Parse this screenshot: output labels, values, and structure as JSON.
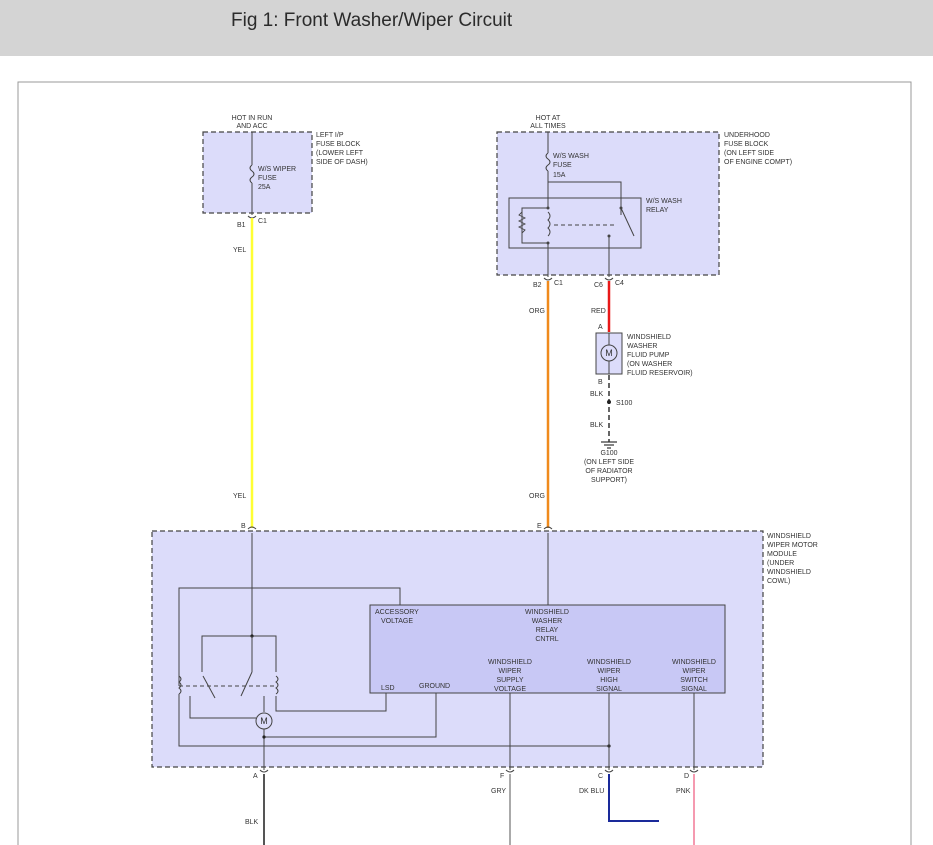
{
  "header": {
    "title": "Fig 1: Front Washer/Wiper Circuit"
  },
  "colors": {
    "box_fill": "#dcdcfa",
    "module_fill": "#c8c8f5",
    "wire": "#444444",
    "yel": "#ffff33",
    "org": "#f08a1c",
    "red": "#e81818",
    "gry": "#aaaaaa",
    "dkblu": "#1a2a9a",
    "pnk": "#f59ab0",
    "blk": "#555555"
  },
  "left_fuse_block": {
    "power_line1": "HOT IN RUN",
    "power_line2": "AND ACC",
    "name_lines": [
      "LEFT I/P",
      "FUSE BLOCK",
      "(LOWER LEFT",
      "SIDE OF DASH)"
    ],
    "fuse_lines": [
      "W/S WIPER",
      "FUSE",
      "25A"
    ],
    "pin": "B1",
    "connector": "C1"
  },
  "underhood_fuse_block": {
    "power_line1": "HOT AT",
    "power_line2": "ALL TIMES",
    "name_lines": [
      "UNDERHOOD",
      "FUSE BLOCK",
      "(ON LEFT SIDE",
      "OF ENGINE COMPT)"
    ],
    "fuse_lines": [
      "W/S WASH",
      "FUSE",
      "15A"
    ],
    "relay_lines": [
      "W/S WASH",
      "RELAY"
    ],
    "pin_left": "B2",
    "connector_left": "C1",
    "pin_right": "C6",
    "connector_right": "C4"
  },
  "wires": {
    "yel_top": "YEL",
    "yel_bottom": "YEL",
    "org_top": "ORG",
    "org_bottom": "ORG",
    "red": "RED",
    "blk_pump": "BLK",
    "blk_ground": "BLK",
    "blk_module": "BLK",
    "gry": "GRY",
    "dkblu": "DK BLU",
    "pnk": "PNK"
  },
  "washer_pump": {
    "pin_top": "A",
    "pin_bottom": "B",
    "motor_symbol": "M",
    "label_lines": [
      "WINDSHIELD",
      "WASHER",
      "FLUID PUMP",
      "(ON WASHER",
      "FLUID RESERVOIR)"
    ]
  },
  "splice": {
    "label": "S100"
  },
  "ground": {
    "label_lines": [
      "G100",
      "(ON LEFT SIDE",
      "OF RADIATOR",
      "SUPPORT)"
    ]
  },
  "wiper_module": {
    "label_lines": [
      "WINDSHIELD",
      "WIPER MOTOR",
      "MODULE",
      "(UNDER",
      "WINDSHIELD",
      "COWL)"
    ],
    "pin_b": "B",
    "pin_e": "E",
    "pin_a": "A",
    "pin_f": "F",
    "pin_c": "C",
    "pin_d": "D",
    "motor_symbol": "M",
    "accessory_voltage": [
      "ACCESSORY",
      "VOLTAGE"
    ],
    "washer_relay_cntrl": [
      "WINDSHIELD",
      "WASHER",
      "RELAY",
      "CNTRL"
    ],
    "supply_voltage": [
      "WINDSHIELD",
      "WIPER",
      "SUPPLY",
      "VOLTAGE"
    ],
    "high_signal": [
      "WINDSHIELD",
      "WIPER",
      "HIGH",
      "SIGNAL"
    ],
    "switch_signal": [
      "WINDSHIELD",
      "WIPER",
      "SWITCH",
      "SIGNAL"
    ],
    "lsd": "LSD",
    "ground": "GROUND"
  }
}
